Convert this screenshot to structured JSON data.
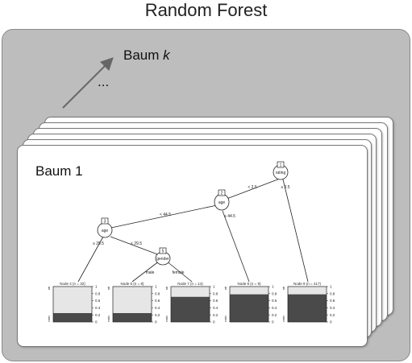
{
  "title": "Random Forest",
  "labels": {
    "baum_k_prefix": "Baum ",
    "baum_k_var": "k",
    "ellipsis": "...",
    "baum_1": "Baum 1"
  },
  "colors": {
    "outer_bg": "#bdbdbd",
    "card_bg": "#ffffff",
    "bar_dark": "#4a4a4a",
    "bar_light": "#e6e6e6"
  },
  "tree": {
    "nodes": [
      {
        "id": "1",
        "label": "rating"
      },
      {
        "id": "2",
        "label": "age"
      },
      {
        "id": "3",
        "label": "age"
      },
      {
        "id": "5",
        "label": "gender"
      }
    ],
    "edges": [
      {
        "from": "1",
        "to": "2",
        "label": "< 2.5"
      },
      {
        "from": "1",
        "to": "9",
        "label": "≥ 2.5"
      },
      {
        "from": "2",
        "to": "3",
        "label": "< 44.5"
      },
      {
        "from": "2",
        "to": "8",
        "label": "≥ 44.5"
      },
      {
        "from": "3",
        "to": "4",
        "label": "≥ 29.5"
      },
      {
        "from": "3",
        "to": "5",
        "label": "< 29.5"
      },
      {
        "from": "5",
        "to": "6",
        "label": "male"
      },
      {
        "from": "5",
        "to": "7",
        "label": "female"
      }
    ],
    "leaves": [
      {
        "id": "4",
        "title": "Node 4 (n = 32)",
        "value": 0.25
      },
      {
        "id": "6",
        "title": "Node 6 (n = 8)",
        "value": 0.25
      },
      {
        "id": "7",
        "title": "Node 7 (n = 14)",
        "value": 0.71
      },
      {
        "id": "8",
        "title": "Node 8 (n = 9)",
        "value": 0.78
      },
      {
        "id": "9",
        "title": "Node 9 (n = 417)",
        "value": 0.78
      }
    ],
    "axis_ticks": [
      "1",
      "0.8",
      "0.6",
      "0.4",
      "0.2",
      "0"
    ],
    "axis_label_top": "nb",
    "axis_label_bottom": "nein"
  }
}
